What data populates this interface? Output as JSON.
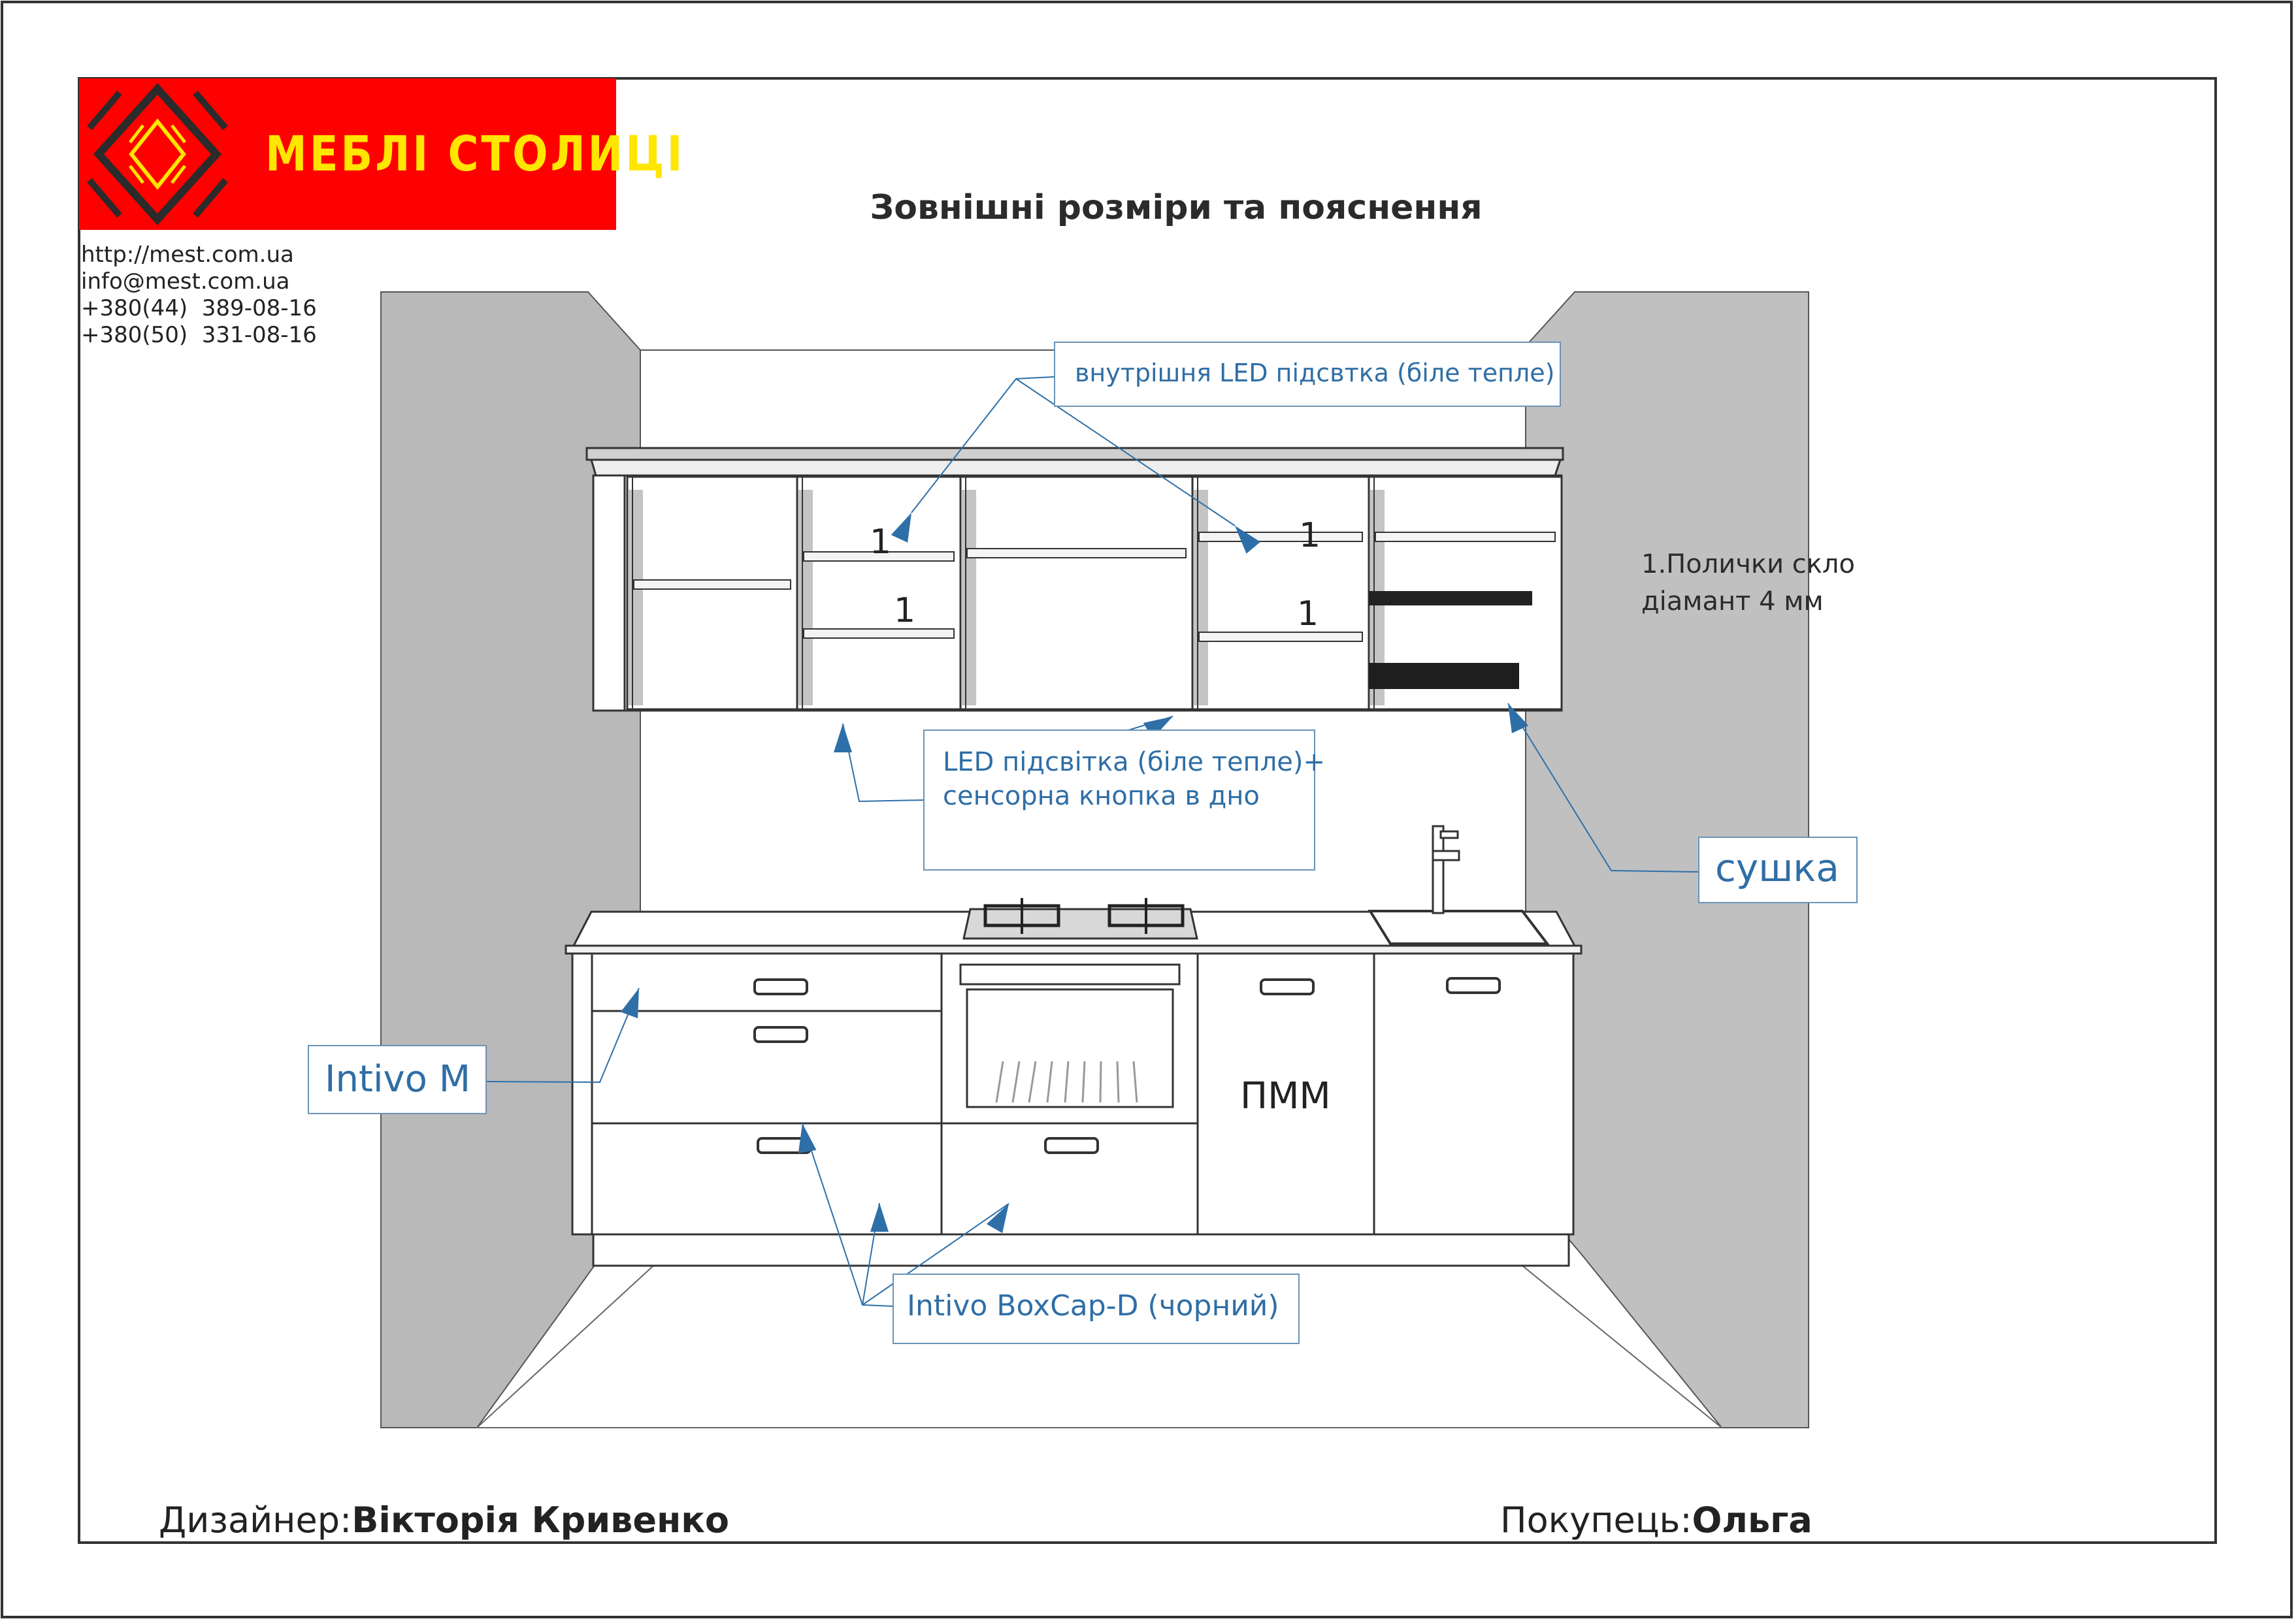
{
  "brand": {
    "name": "МЕБЛІ СТОЛИЦІ",
    "logo_icon": "diamond-ornament-icon",
    "colors": {
      "background": "#ff0000",
      "text": "#ffe600",
      "ornament": "#2b2b2b"
    }
  },
  "contacts": {
    "website": "http://mest.com.ua",
    "email": "info@mest.com.ua",
    "phone_1": "+380(44)  389-08-16",
    "phone_2": "+380(50)  331-08-16"
  },
  "page_title": "Зовнішні розміри та пояснення",
  "callouts": {
    "inner_led": "внутрішня LED підсвтка (біле тепле)",
    "led_bottom_line1": "LED підсвітка (біле тепле)+",
    "led_bottom_line2": "сенсорна кнопка в дно",
    "dish_dryer": "сушка",
    "intivo_m": "Intivo M",
    "boxcap": "Intivo BoxCap-D (чорний)"
  },
  "notes": {
    "shelves_line1": "1.Полички скло",
    "shelves_line2": "діамант 4 мм"
  },
  "shelf_markers": [
    "1",
    "1",
    "1",
    "1"
  ],
  "labels": {
    "dishwasher": "ПММ"
  },
  "footer": {
    "designer_label": "Дизайнер:",
    "designer_name": "Вікторія Кривенко",
    "buyer_label": "Покупець:",
    "buyer_name": "Ольга"
  },
  "colors": {
    "callout_text": "#2f6ea6",
    "callout_border": "#6b93b8",
    "arrow": "#2e6fa8",
    "wall_left": "#b9b9b9",
    "wall_right": "#c0c0c0",
    "frame": "#333333"
  }
}
